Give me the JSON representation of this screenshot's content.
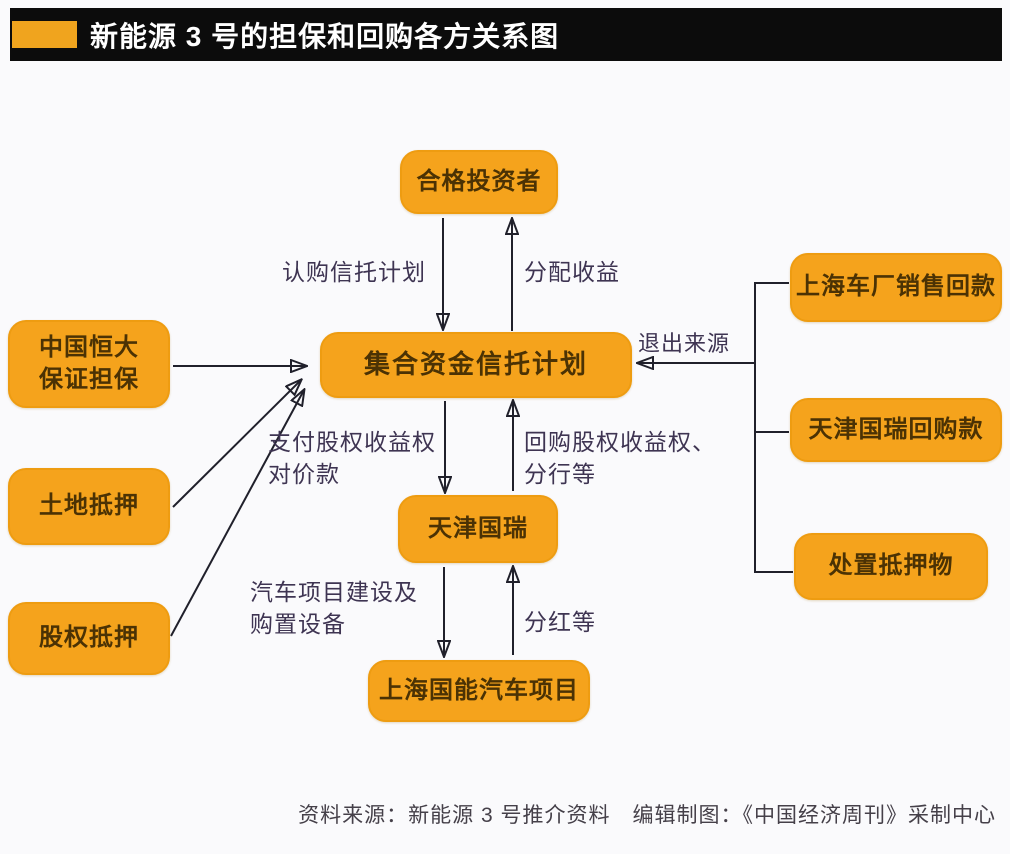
{
  "title": {
    "text": "新能源 3 号的担保和回购各方关系图"
  },
  "colors": {
    "box_orange": "#f5a31c",
    "box_border": "#ee9c11",
    "box_text": "#4b3204",
    "label_text": "#3e3452",
    "line": "#20202b",
    "title_bar_bg": "#0c0c0c",
    "title_accent": "#f0a41e",
    "background": "#fafafc"
  },
  "nodes": {
    "qualified_investors": "合格投资者",
    "trust_plan": "集合资金信托计划",
    "evergrande_guarantee": "中国恒大\n保证担保",
    "land_mortgage": "土地抵押",
    "equity_pledge": "股权抵押",
    "tianjin_guorui": "天津国瑞",
    "shanghai_guoneng": "上海国能汽车项目",
    "shanghai_plant_sales": "上海车厂销售回款",
    "guorui_repurchase": "天津国瑞回购款",
    "collateral_disposal": "处置抵押物"
  },
  "edge_labels": {
    "subscribe_trust": "认购信托计划",
    "distribute_income": "分配收益",
    "exit_source": "退出来源",
    "pay_consideration": "支付股权收益权\n对价款",
    "repurchase_rights": "回购股权收益权、\n分行等",
    "project_construction": "汽车项目建设及\n购置设备",
    "dividends": "分红等"
  },
  "footer": {
    "source": "资料来源：新能源 3 号推介资料　编辑制图：《中国经济周刊》采制中心"
  }
}
